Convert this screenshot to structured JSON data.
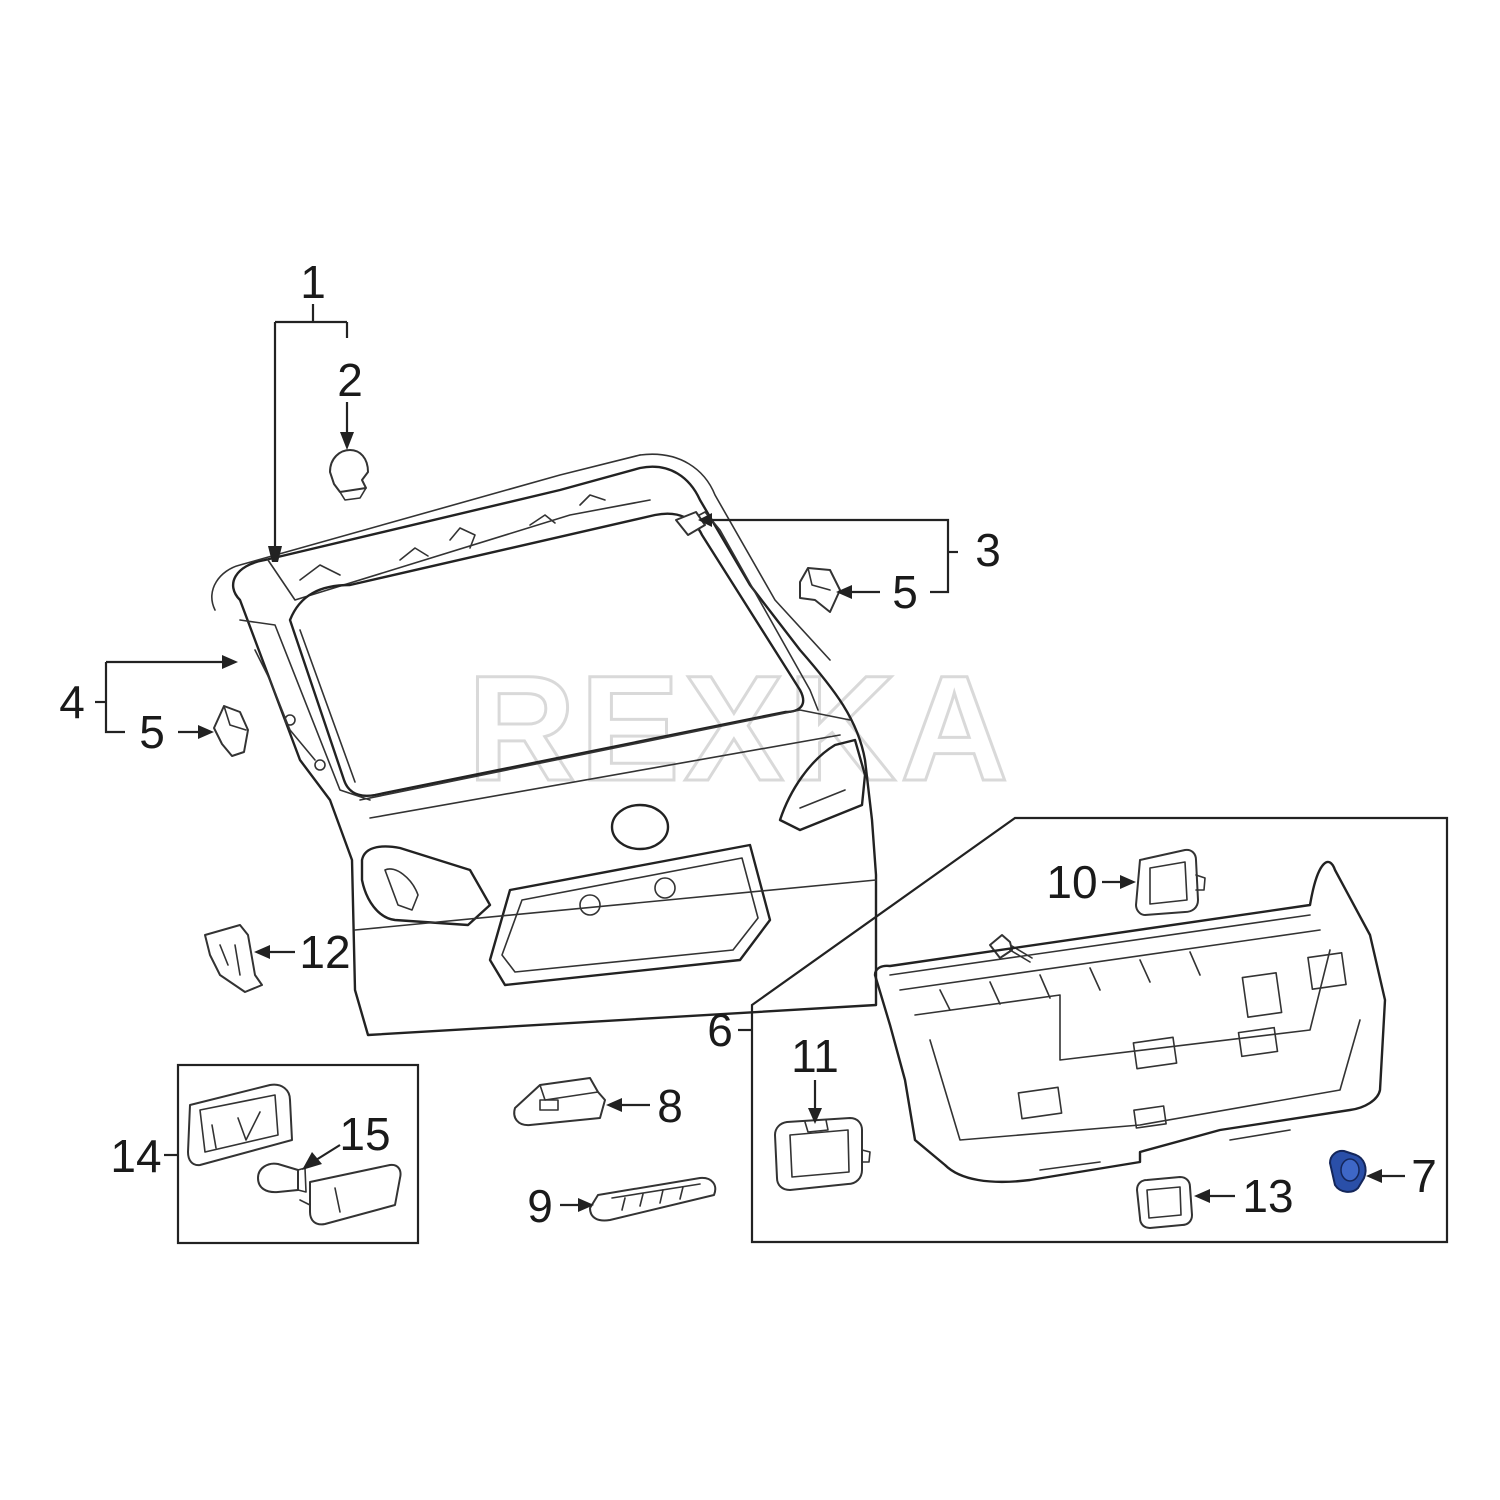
{
  "watermark": "REXKA",
  "callouts": {
    "c1": "1",
    "c2": "2",
    "c3": "3",
    "c4": "4",
    "c5a": "5",
    "c5b": "5",
    "c6": "6",
    "c7": "7",
    "c8": "8",
    "c9": "9",
    "c10": "10",
    "c11": "11",
    "c12": "12",
    "c13": "13",
    "c14": "14",
    "c15": "15"
  },
  "colors": {
    "highlight_part": "#2a4fa8",
    "line": "#222222",
    "watermark": "#d9d9d9"
  }
}
